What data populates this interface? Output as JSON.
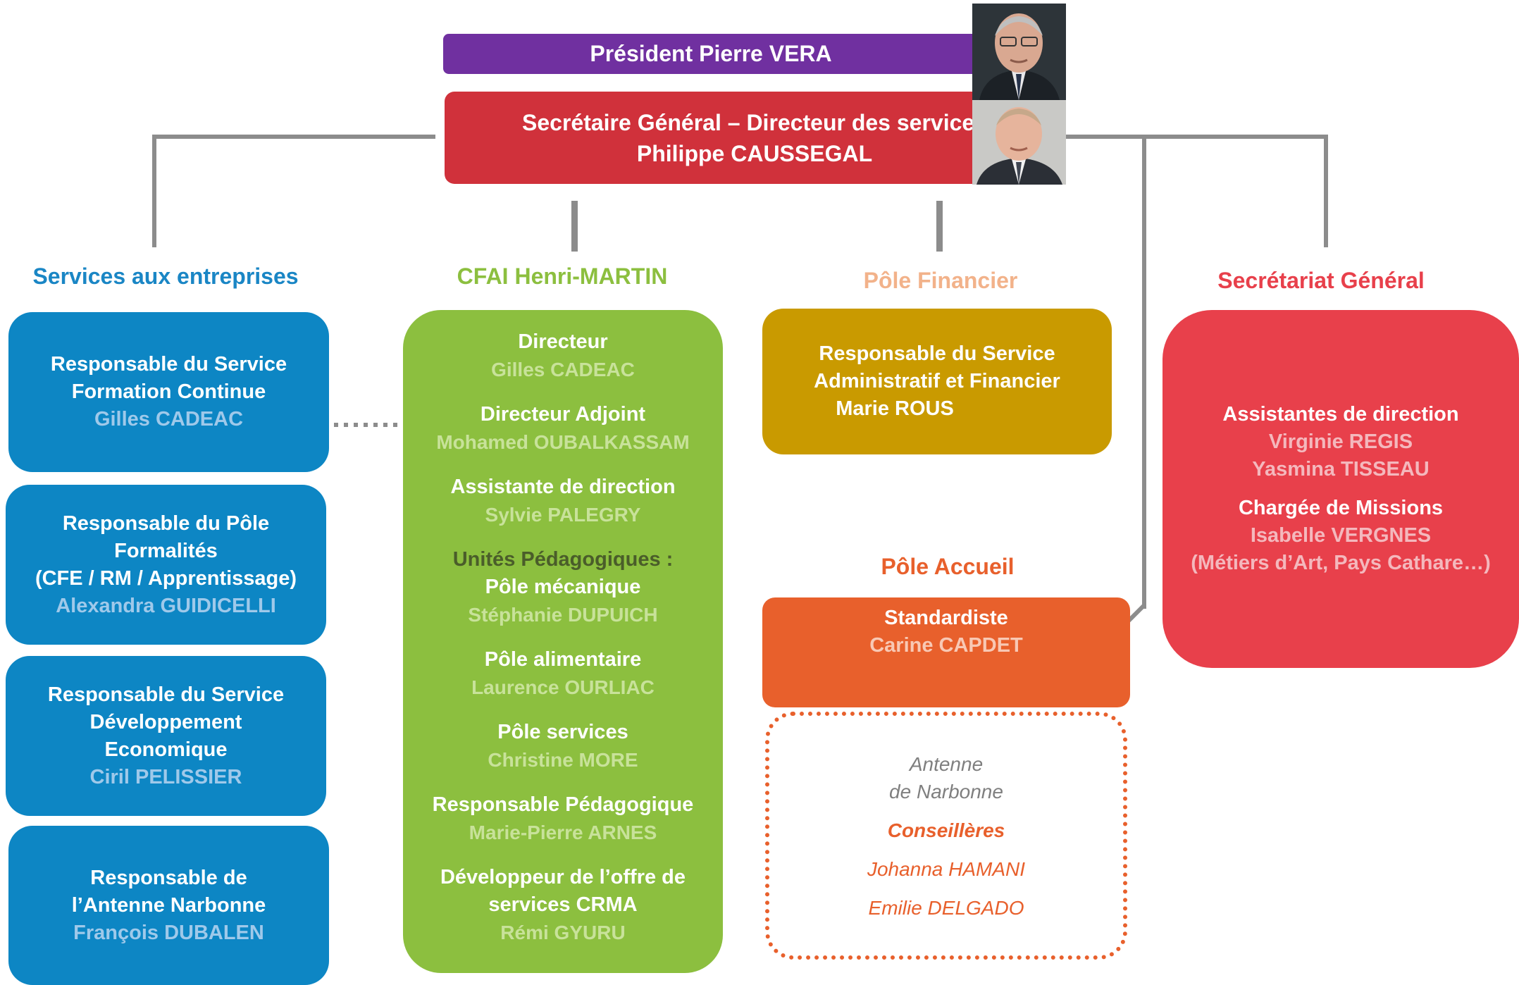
{
  "president": {
    "label": "Président Pierre VERA"
  },
  "secretary_general": {
    "title": "Secrétaire Général – Directeur des services",
    "name": "Philippe CAUSSEGAL"
  },
  "columns": {
    "entreprises": {
      "heading": "Services aux entreprises",
      "boxes": [
        {
          "lines": [
            "Responsable du Service",
            "Formation Continue"
          ],
          "name": "Gilles CADEAC"
        },
        {
          "lines": [
            "Responsable du Pôle",
            "Formalités",
            "(CFE / RM / Apprentissage)"
          ],
          "name": "Alexandra GUIDICELLI"
        },
        {
          "lines": [
            "Responsable du Service",
            "Développement",
            "Economique"
          ],
          "name": "Ciril PELISSIER"
        },
        {
          "lines": [
            "Responsable de",
            "l’Antenne Narbonne"
          ],
          "name": "François DUBALEN"
        }
      ]
    },
    "cfai": {
      "heading": "CFAI Henri-MARTIN",
      "items": [
        {
          "lines": [
            "Directeur"
          ],
          "name": "Gilles CADEAC"
        },
        {
          "lines": [
            "Directeur Adjoint"
          ],
          "name": "Mohamed OUBALKASSAM"
        },
        {
          "lines": [
            "Assistante de direction"
          ],
          "name": "Sylvie PALEGRY"
        },
        {
          "lines": [
            "Unités Pédagogiques :",
            "Pôle mécanique"
          ],
          "name": "Stéphanie DUPUICH"
        },
        {
          "lines": [
            "Pôle alimentaire"
          ],
          "name": "Laurence OURLIAC"
        },
        {
          "lines": [
            "Pôle services"
          ],
          "name": "Christine MORE"
        },
        {
          "lines": [
            "Responsable Pédagogique"
          ],
          "name": "Marie-Pierre ARNES"
        },
        {
          "lines": [
            "Développeur de l’offre de",
            "services CRMA"
          ],
          "name": "Rémi GYURU"
        }
      ]
    },
    "financier": {
      "heading": "Pôle Financier",
      "lines": [
        "Responsable du Service",
        "Administratif et Financier",
        "Marie ROUS"
      ]
    },
    "accueil": {
      "heading": "Pôle Accueil",
      "role": "Standardiste",
      "name": "Carine CAPDET",
      "antenne": {
        "line1": "Antenne",
        "line2": "de Narbonne",
        "title": "Conseillères",
        "names": [
          "Johanna HAMANI",
          "Emilie DELGADO"
        ]
      }
    },
    "secretariat": {
      "heading": "Secrétariat Général",
      "items": [
        {
          "role": "Assistantes de direction",
          "names": [
            "Virginie REGIS",
            "Yasmina TISSEAU"
          ]
        },
        {
          "role": "Chargée de Missions",
          "names": [
            "Isabelle VERGNES",
            "(Métiers d’Art, Pays Cathare…)"
          ]
        }
      ]
    }
  },
  "colors": {
    "president": "#7030a0",
    "secretary": "#d0313b",
    "blue": "#0d86c4",
    "green": "#8cbf3f",
    "gold": "#c99a00",
    "orange": "#e8602c",
    "red": "#e8404b",
    "connector": "#8c8c8c"
  },
  "icons": {
    "president_photo": "portrait-photo",
    "secretary_photo": "portrait-photo"
  }
}
